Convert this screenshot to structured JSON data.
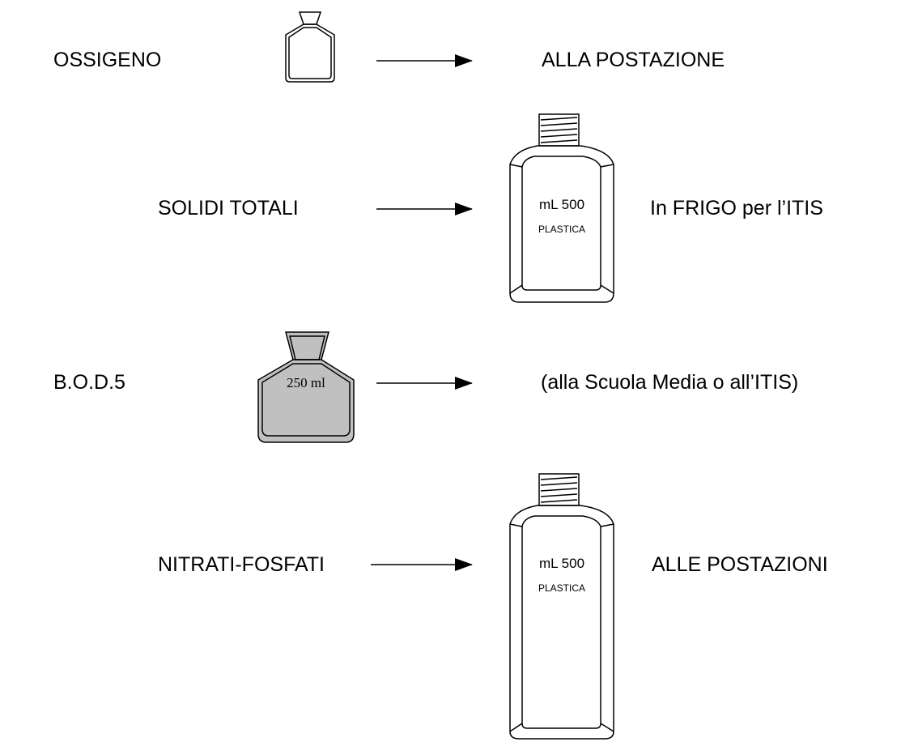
{
  "rows": [
    {
      "label": "OSSIGENO",
      "destination": "ALLA POSTAZIONE"
    },
    {
      "label": "SOLIDI TOTALI",
      "destination": "In  FRIGO per l’ITIS"
    },
    {
      "label": "B.O.D.5",
      "destination": "(alla Scuola Media o all’ITIS)"
    },
    {
      "label": "NITRATI-FOSFATI",
      "destination": "ALLE POSTAZIONI"
    }
  ],
  "bottles": {
    "plastic_volume": "mL 500",
    "plastic_material": "PLASTICA",
    "bod_volume": "250 ml"
  },
  "colors": {
    "stroke": "#000000",
    "bod_fill": "#c0c0c0"
  }
}
